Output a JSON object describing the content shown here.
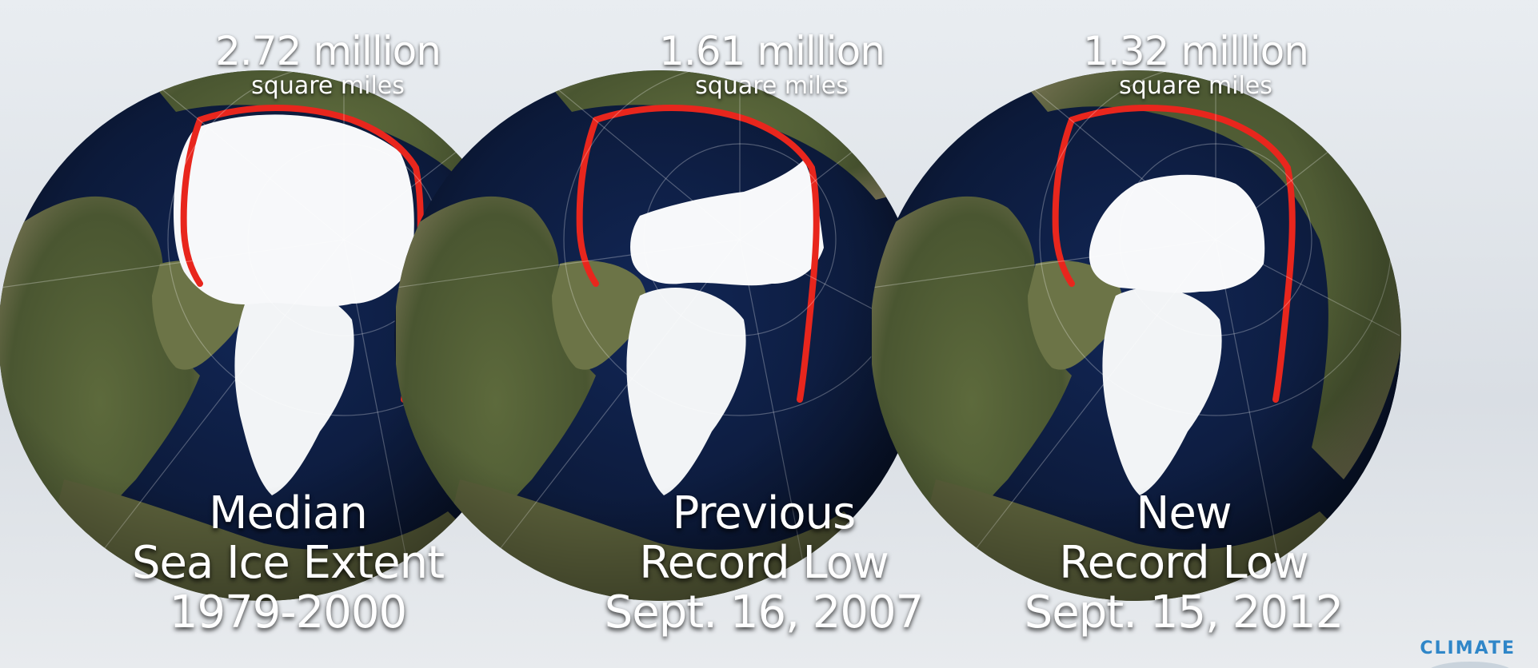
{
  "panels": [
    {
      "extent_value": "2.72 million",
      "extent_unit": "square miles",
      "caption_lines": [
        "Median",
        "Sea Ice Extent",
        "1979-2000"
      ]
    },
    {
      "extent_value": "1.61 million",
      "extent_unit": "square miles",
      "caption_lines": [
        "Previous",
        "Record Low",
        "Sept. 16, 2007"
      ]
    },
    {
      "extent_value": "1.32 million",
      "extent_unit": "square miles",
      "caption_lines": [
        "New",
        "Record Low",
        "Sept. 15, 2012"
      ]
    }
  ],
  "logo": {
    "text": "CLIMATE"
  },
  "colors": {
    "ocean": "#0c1a3a",
    "land": "#4e5a34",
    "ice": "#f7f8fa",
    "median_outline": "#e8261d",
    "text": "#ffffff",
    "logo": "#2f86c8"
  }
}
